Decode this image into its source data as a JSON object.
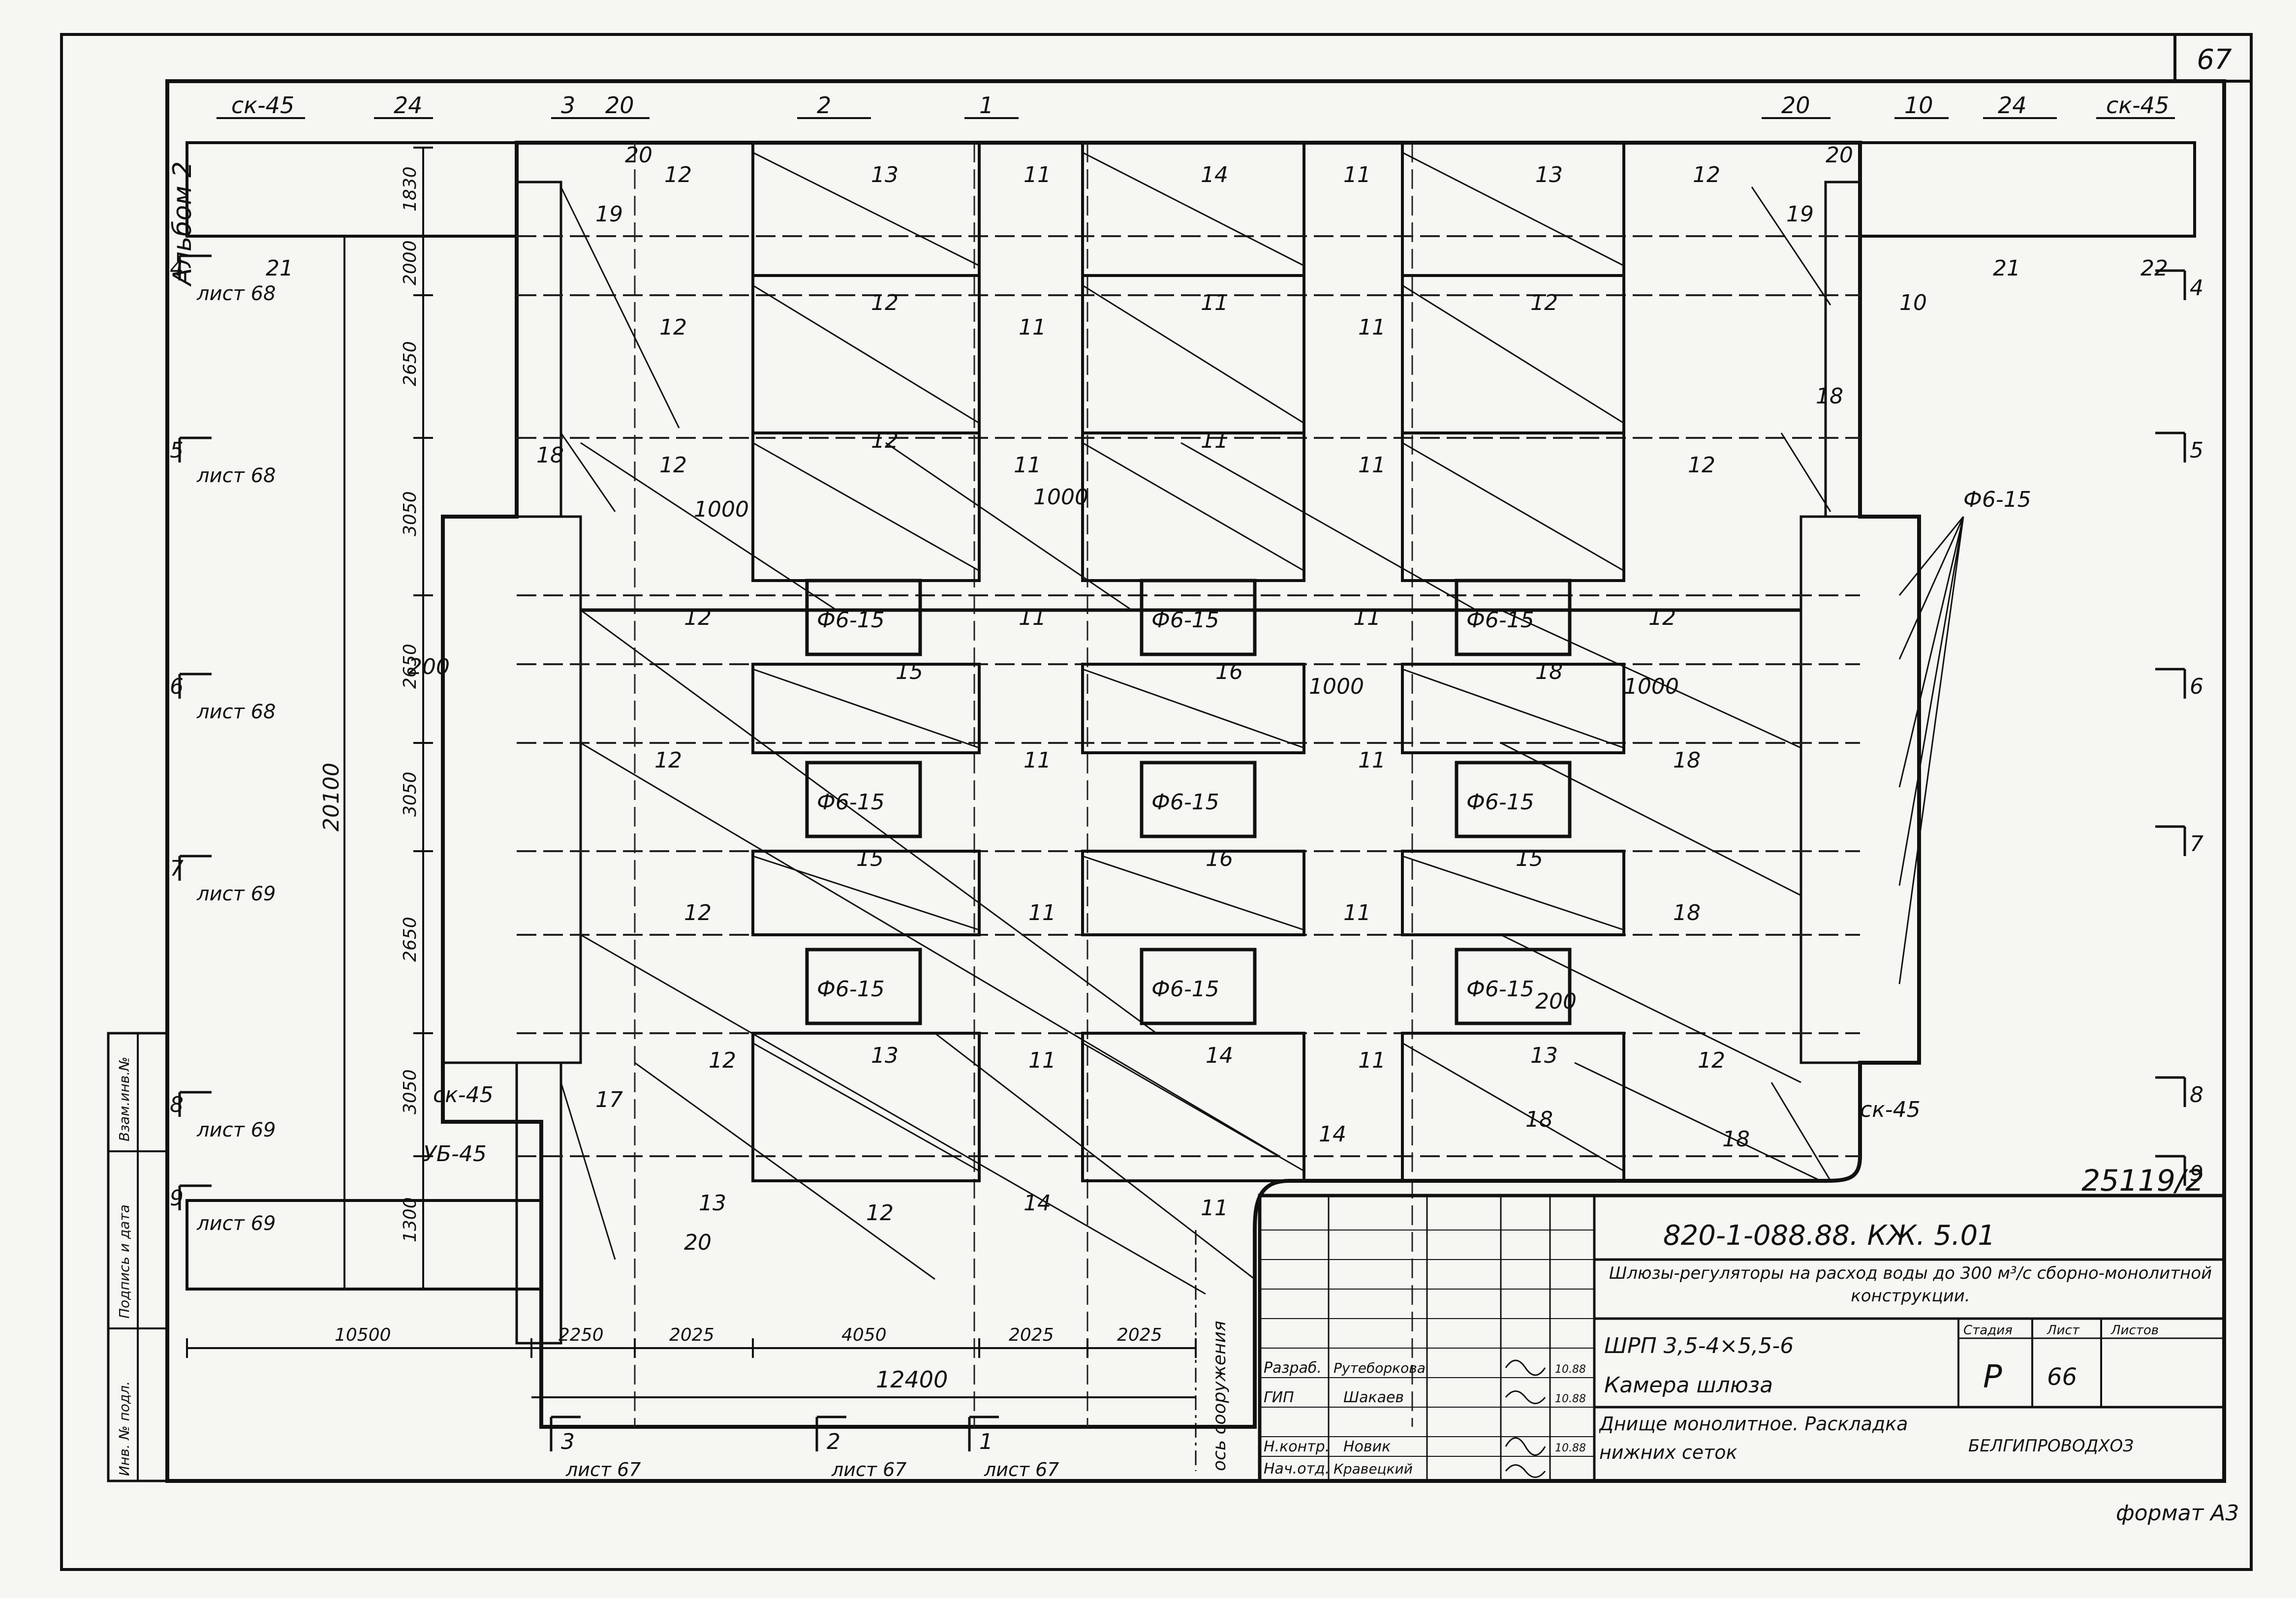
{
  "sheet": {
    "page_number": "67",
    "album_label": "Альбом 2",
    "format_label": "формат А3",
    "archive_number": "25119/2",
    "side_stamp": {
      "inv_no": "Инв. № подл.",
      "sign_date": "Подпись и дата",
      "replace_inv": "Взам.инв.№"
    }
  },
  "drawing": {
    "top_marks": [
      "ск-45",
      "24",
      "3",
      "20",
      "2",
      "1",
      "20",
      "10",
      "24",
      "ск-45"
    ],
    "left_section_marks": [
      {
        "num": "4",
        "sheet": "лист 68"
      },
      {
        "num": "5",
        "sheet": "лист 68"
      },
      {
        "num": "6",
        "sheet": "лист 68"
      },
      {
        "num": "7",
        "sheet": "лист 69"
      },
      {
        "num": "8",
        "sheet": "лист 69"
      },
      {
        "num": "9",
        "sheet": "лист 69"
      }
    ],
    "right_section_marks": [
      "4",
      "5",
      "6",
      "7",
      "8",
      "9"
    ],
    "bottom_section_marks": [
      {
        "num": "3",
        "sheet": "лист 67"
      },
      {
        "num": "2",
        "sheet": "лист 67"
      },
      {
        "num": "1",
        "sheet": "лист 67"
      }
    ],
    "vertical_dims": [
      "1830",
      "2000",
      "2650",
      "3050",
      "2650",
      "3050",
      "2650",
      "3050",
      "1300"
    ],
    "overall_height": "20100",
    "horizontal_dims": [
      "10500",
      "2250",
      "2025",
      "4050",
      "2025",
      "2025"
    ],
    "overall_width": "12400",
    "axis_label": "ось сооружения",
    "mesh_labels": {
      "m11": "11",
      "m12": "12",
      "m13": "13",
      "m14": "14",
      "m15": "15",
      "m16": "16",
      "m17": "17",
      "m18": "18",
      "m19": "19",
      "m20": "20",
      "m21": "21",
      "m22": "22",
      "ck45": "ск-45",
      "ub45": "УБ-45",
      "f615": "Ф6-15",
      "d1000": "1000",
      "d200": "200",
      "s10": "10"
    }
  },
  "title_block": {
    "doc_code": "820-1-088.88. КЖ. 5.01",
    "project_title": "Шлюзы-регуляторы на расход воды до 300 м³/с сборно-монолитной конструкции.",
    "object_name": "ШРП 3,5-4×5,5-6",
    "chamber": "Камера шлюза",
    "sheet_title": "Днище монолитное. Раскладка нижних сеток",
    "stage_header": "Стадия",
    "sheet_header": "Лист",
    "sheets_header": "Листов",
    "stage": "Р",
    "sheet_no": "66",
    "organization": "БЕЛГИПРОВОДХОЗ",
    "people": [
      {
        "role": "Разраб.",
        "name": "Рутеборкова",
        "date": "10.88"
      },
      {
        "role": "ГИП",
        "name": "Шакаев",
        "date": "10.88"
      },
      {
        "role": "Н.контр.",
        "name": "Новик",
        "date": "10.88"
      },
      {
        "role": "Нач.отд.",
        "name": "Кравецкий",
        "date": ""
      }
    ]
  }
}
